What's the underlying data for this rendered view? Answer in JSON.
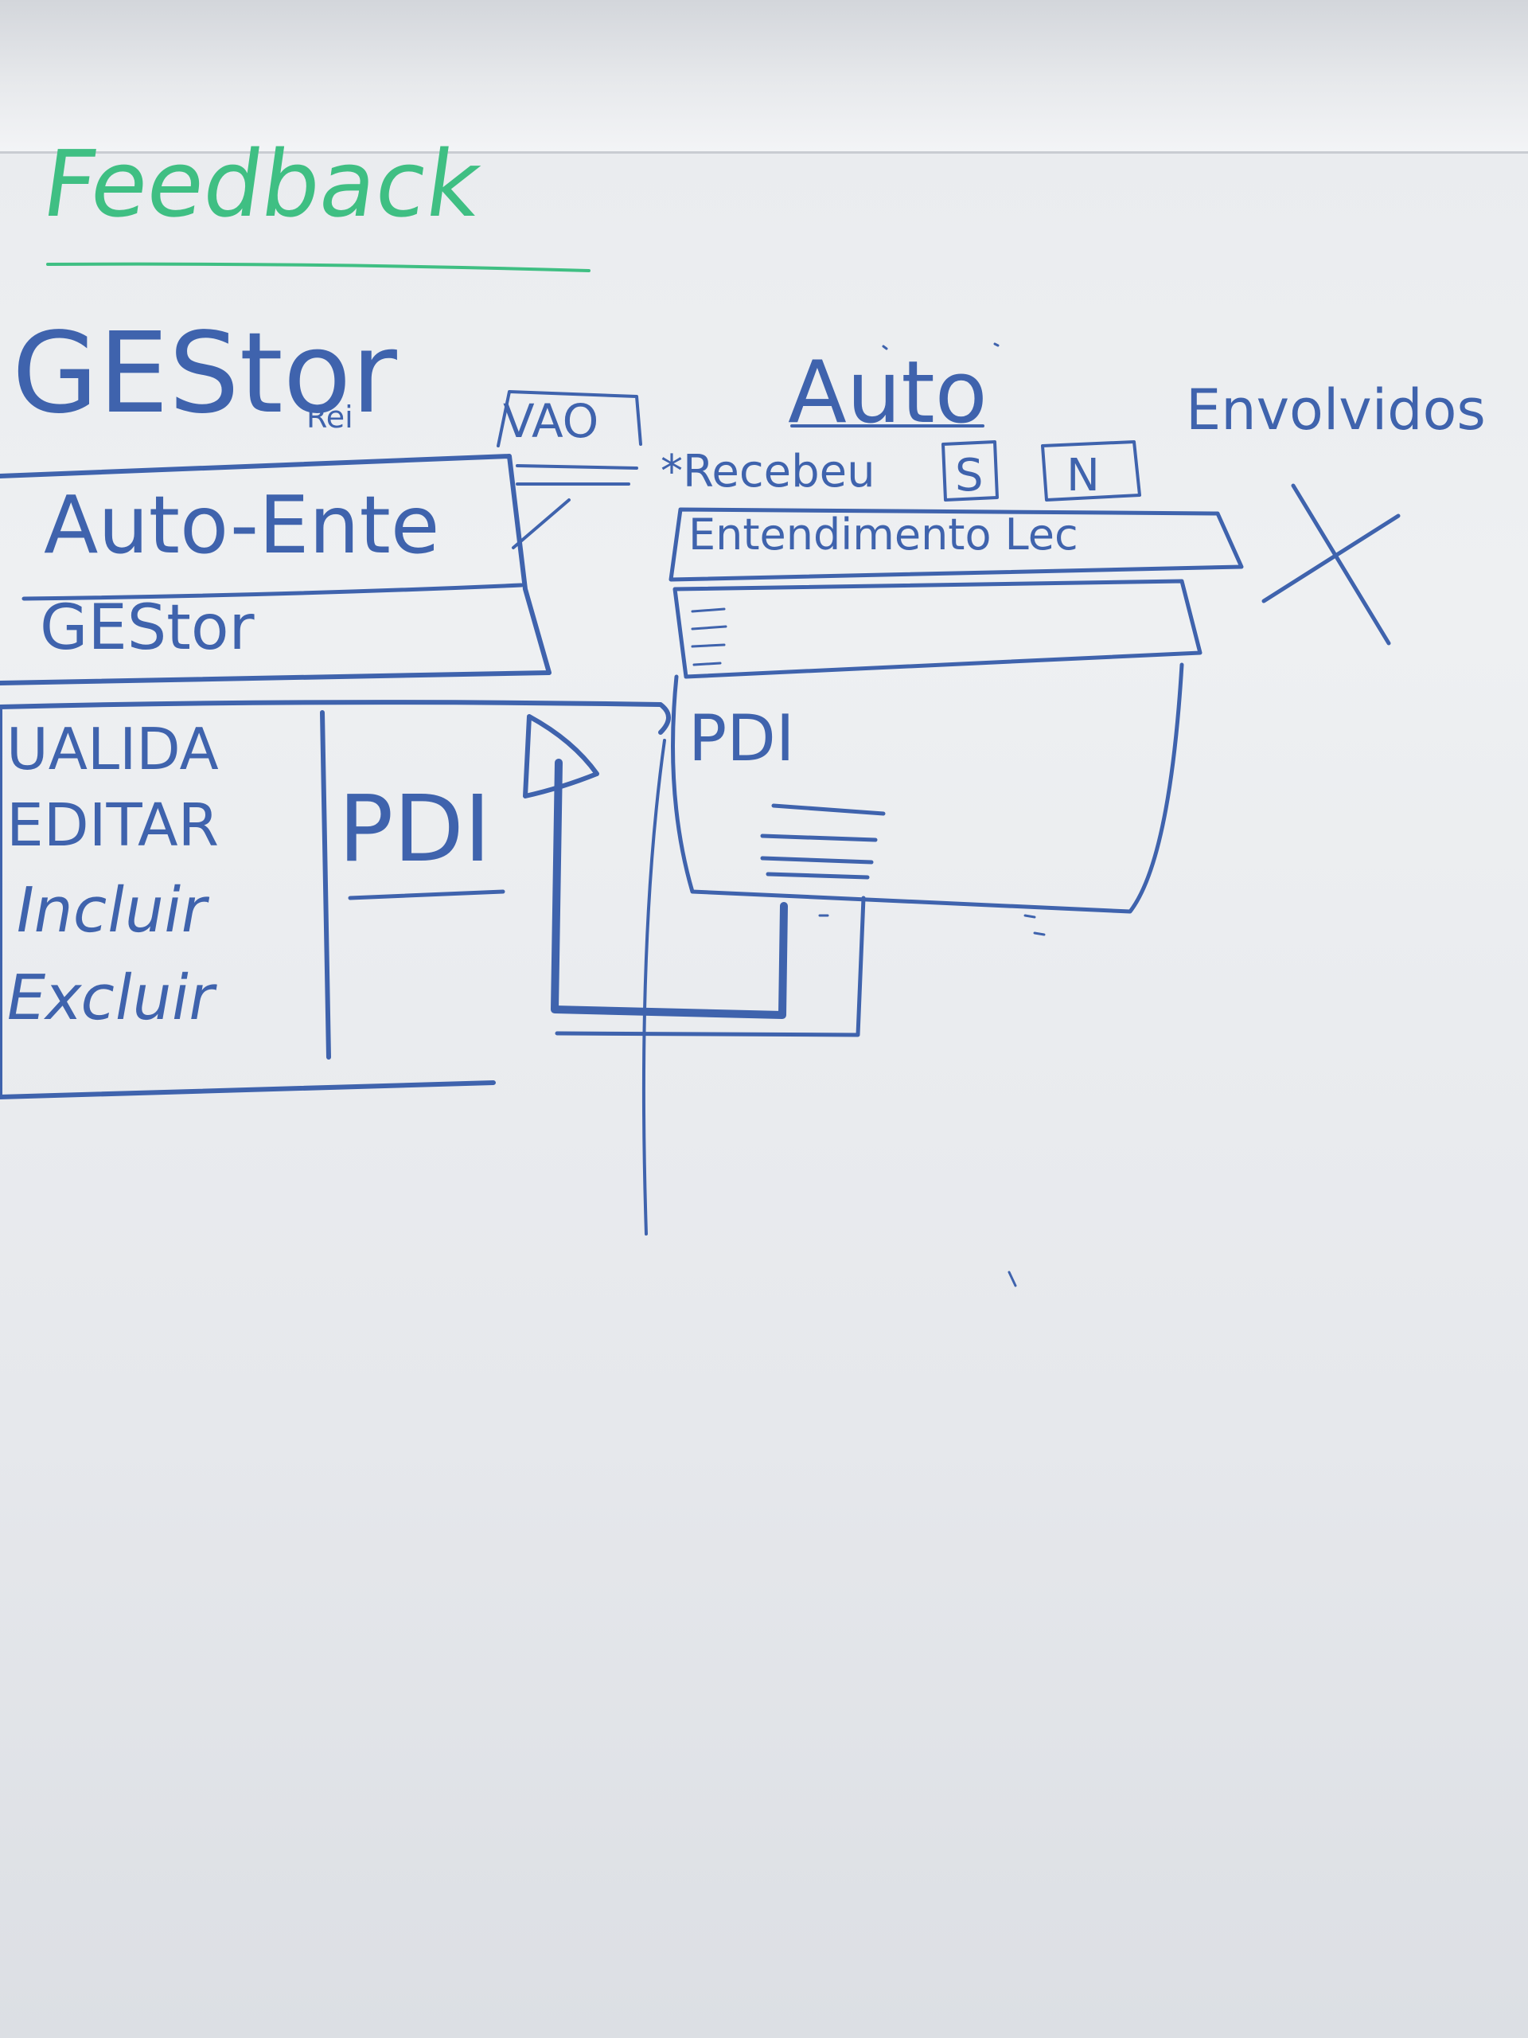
{
  "title": "Feedback",
  "gestor_panel": {
    "heading": "GEStor",
    "heading_suffix": "Rei",
    "header_title": "Auto-Ente",
    "header_subtitle": "GEStor",
    "actions": [
      "UALIDA",
      "EDITAR",
      "Incluir",
      "Excluir"
    ],
    "link_label": "PDI",
    "ack_label": "VAO"
  },
  "auto_panel": {
    "heading": "Auto",
    "received_label": "*Recebeu",
    "yes_badge": "S",
    "no_badge": "N",
    "understanding_label": "Entendimento Lec",
    "pdi_label": "PDI"
  },
  "involved": {
    "heading": "Envolvidos",
    "mark": "X"
  },
  "colors": {
    "ink_blue": "#3f63ad",
    "ink_green": "#3fbf83",
    "paper": "#eceef1"
  }
}
